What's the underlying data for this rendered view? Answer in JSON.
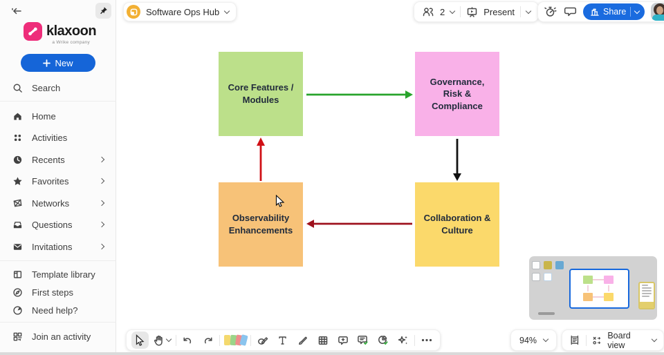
{
  "colors": {
    "accent_blue": "#1565d8",
    "share_blue": "#1a6bdf",
    "brand_pink": "#ee2d7a",
    "board_icon_yellow": "#f2b033",
    "note_green": "#bce08a",
    "note_pink": "#f9b1e8",
    "note_orange": "#f7c278",
    "note_yellow": "#fbd96b",
    "arrow_green": "#28a42c",
    "arrow_black": "#111111",
    "arrow_darkred": "#9e111d",
    "arrow_red": "#d01016",
    "minimap_viewport_border": "#1668dd"
  },
  "sidebar": {
    "logo": "klaxoon",
    "logo_sub": "a Wrike company",
    "new_button": {
      "label": "New"
    },
    "search_label": "Search",
    "nav": [
      {
        "label": "Home",
        "icon": "home-icon",
        "chevron": false
      },
      {
        "label": "Activities",
        "icon": "activities-icon",
        "chevron": false
      },
      {
        "label": "Recents",
        "icon": "clock-icon",
        "chevron": true
      },
      {
        "label": "Favorites",
        "icon": "star-icon",
        "chevron": true
      },
      {
        "label": "Networks",
        "icon": "network-icon",
        "chevron": true
      },
      {
        "label": "Questions",
        "icon": "inbox-icon",
        "chevron": true
      },
      {
        "label": "Invitations",
        "icon": "envelope-icon",
        "chevron": true
      }
    ],
    "secondary": [
      {
        "label": "Template library",
        "icon": "template-icon"
      },
      {
        "label": "First steps",
        "icon": "compass-icon"
      },
      {
        "label": "Need help?",
        "icon": "help-icon"
      }
    ],
    "join_label": "Join an activity"
  },
  "topbar": {
    "board_name": "Software Ops Hub",
    "participants": "2",
    "present_label": "Present",
    "share_label": "Share"
  },
  "canvas": {
    "notes": [
      {
        "label": "Core Features / Modules",
        "color": "#bce08a"
      },
      {
        "label": "Governance, Risk & Compliance",
        "color": "#f9b1e8"
      },
      {
        "label": "Observability Enhancements",
        "color": "#f7c278"
      },
      {
        "label": "Collaboration & Culture",
        "color": "#fbd96b"
      }
    ],
    "connections": [
      {
        "from": "Core Features / Modules",
        "to": "Governance, Risk & Compliance",
        "color": "#28a42c"
      },
      {
        "from": "Governance, Risk & Compliance",
        "to": "Collaboration & Culture",
        "color": "#111111"
      },
      {
        "from": "Collaboration & Culture",
        "to": "Observability Enhancements",
        "color": "#9e111d"
      },
      {
        "from": "Observability Enhancements",
        "to": "Core Features / Modules",
        "color": "#d01016"
      }
    ]
  },
  "toolbar": {
    "tools": [
      "select",
      "hand",
      "undo",
      "redo",
      "sticky-notes",
      "shape-draw",
      "text",
      "pen",
      "table",
      "comment",
      "survey",
      "poll",
      "ai-sparkles",
      "more"
    ]
  },
  "statusbar": {
    "zoom_level": "94%",
    "view_label": "Board view"
  },
  "icons": [
    "collapse-sidebar-icon",
    "pin-icon",
    "plus-icon",
    "search-icon",
    "home-icon",
    "activities-icon",
    "clock-icon",
    "star-icon",
    "network-icon",
    "inbox-icon",
    "envelope-icon",
    "template-icon",
    "compass-icon",
    "help-icon",
    "qr-code-icon",
    "board-icon",
    "people-icon",
    "present-icon",
    "timer-icon",
    "chat-icon",
    "share-icon",
    "cursor-icon",
    "hand-icon",
    "undo-icon",
    "redo-icon",
    "sticky-notes-icon",
    "shape-icon",
    "text-icon",
    "pen-icon",
    "table-icon",
    "comment-plus-icon",
    "survey-check-icon",
    "poll-check-icon",
    "sparkles-icon",
    "more-icon",
    "frame-icon",
    "board-view-icon"
  ]
}
